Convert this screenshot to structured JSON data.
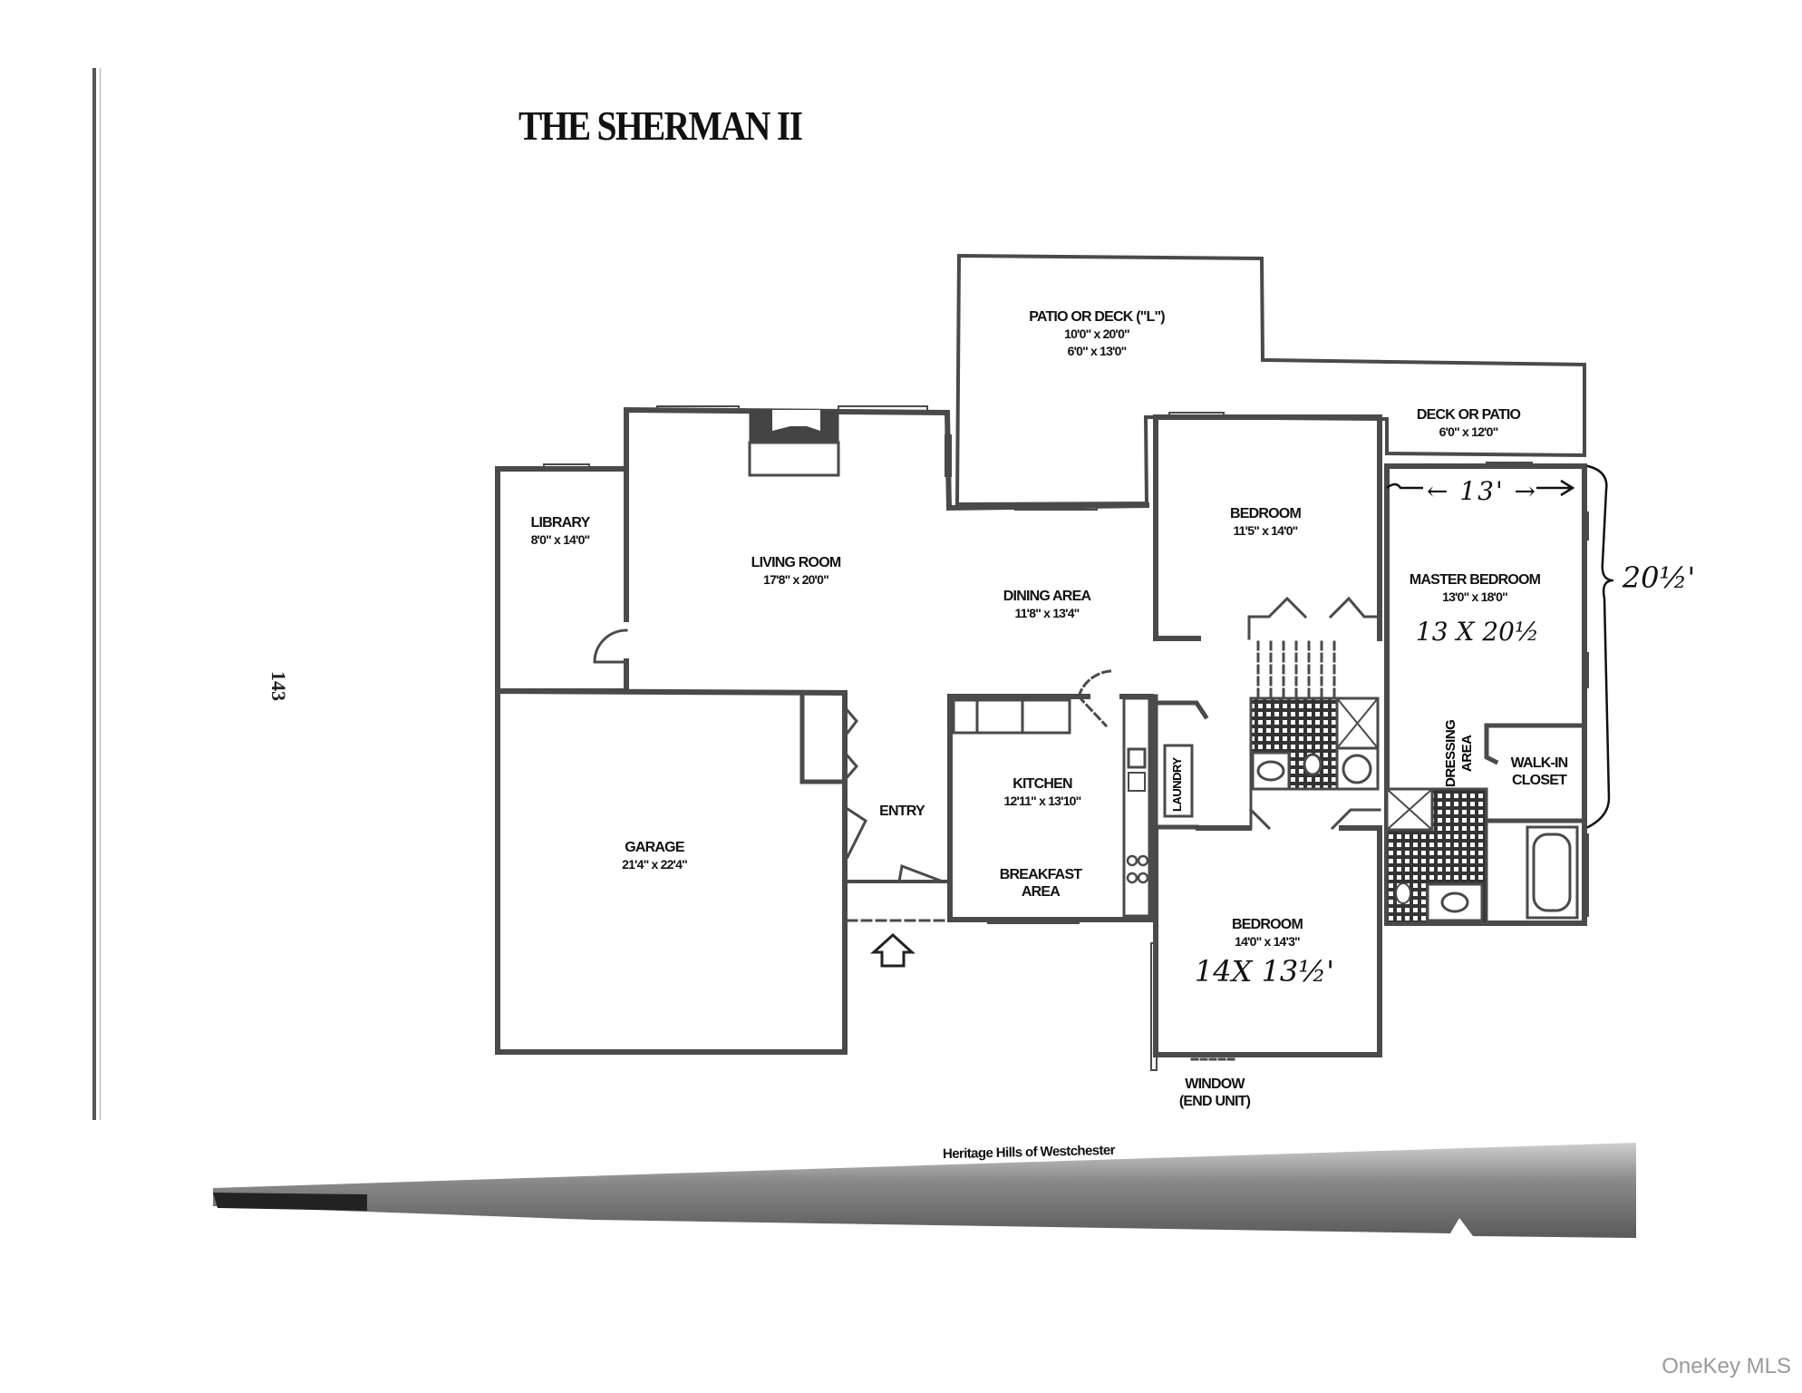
{
  "document": {
    "title": "THE SHERMAN II",
    "page_number": "143",
    "footer": "Heritage Hills of Westchester",
    "watermark": "OneKey MLS"
  },
  "rooms": {
    "patio_l": {
      "name": "PATIO OR DECK (\"L\")",
      "dim1": "10'0\" x 20'0\"",
      "dim2": "6'0\" x 13'0\""
    },
    "deck_patio": {
      "name": "DECK OR PATIO",
      "dim": "6'0\" x 12'0\""
    },
    "library": {
      "name": "LIBRARY",
      "dim": "8'0\" x 14'0\""
    },
    "living_room": {
      "name": "LIVING ROOM",
      "dim": "17'8\" x 20'0\""
    },
    "dining_area": {
      "name": "DINING AREA",
      "dim": "11'8\" x 13'4\""
    },
    "bedroom_1": {
      "name": "BEDROOM",
      "dim": "11'5\" x 14'0\""
    },
    "master_bedroom": {
      "name": "MASTER BEDROOM",
      "dim": "13'0\" x 18'0\"",
      "handwritten": "13 X 20½"
    },
    "garage": {
      "name": "GARAGE",
      "dim": "21'4\" x 22'4\""
    },
    "entry": {
      "name": "ENTRY"
    },
    "kitchen": {
      "name": "KITCHEN",
      "dim": "12'11\" x 13'10\""
    },
    "breakfast_area": {
      "name": "BREAKFAST AREA",
      "line1": "BREAKFAST",
      "line2": "AREA"
    },
    "laundry": {
      "name": "LAUNDRY"
    },
    "dressing_area": {
      "name": "DRESSING AREA",
      "line1": "DRESSING",
      "line2": "AREA"
    },
    "walk_in_closet": {
      "name": "WALK-IN CLOSET",
      "line1": "WALK-IN",
      "line2": "CLOSET"
    },
    "bedroom_2": {
      "name": "BEDROOM",
      "dim": "14'0\" x 14'3\"",
      "handwritten": "14X 13½'"
    },
    "window_note": {
      "line1": "WINDOW",
      "line2": "(END UNIT)"
    }
  },
  "annotations": {
    "master_width": "← 13' →",
    "master_length": "20½'"
  }
}
